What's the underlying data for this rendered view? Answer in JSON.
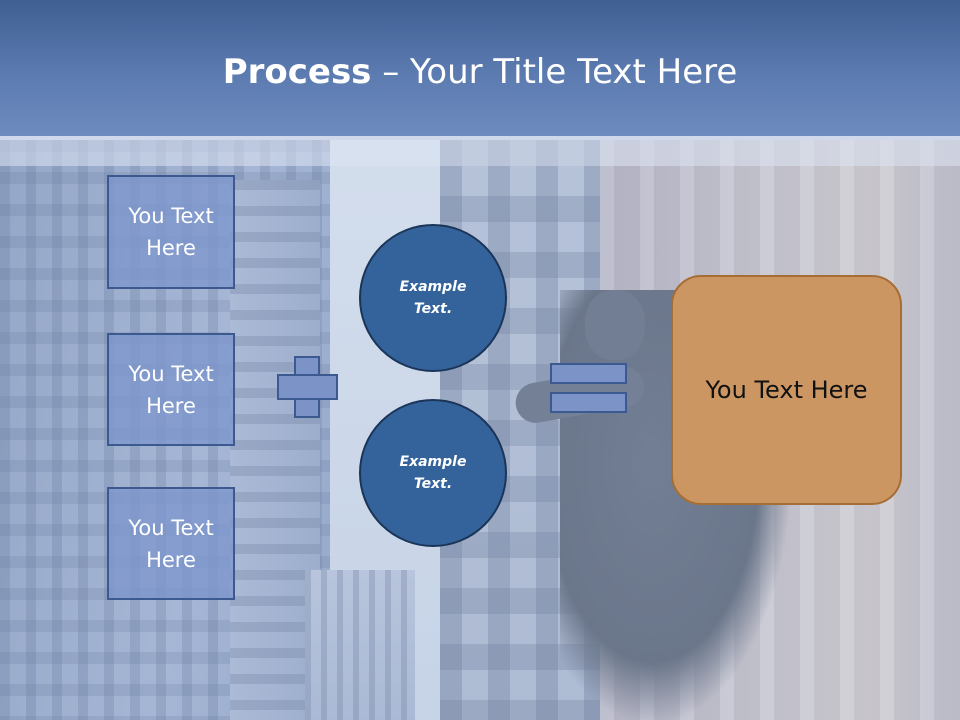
{
  "title": {
    "bold": "Process",
    "rest": " – Your Title Text Here"
  },
  "left_boxes": [
    {
      "label": "You Text Here"
    },
    {
      "label": "You Text Here"
    },
    {
      "label": "You Text Here"
    }
  ],
  "circles": [
    {
      "label": "Example Text."
    },
    {
      "label": "Example Text."
    }
  ],
  "result": {
    "label": "You Text Here"
  },
  "colors": {
    "title_bar": "#5c7bb0",
    "box_fill": "#7d96cd",
    "circle_fill": "#33639a",
    "result_fill": "#cc9663"
  }
}
